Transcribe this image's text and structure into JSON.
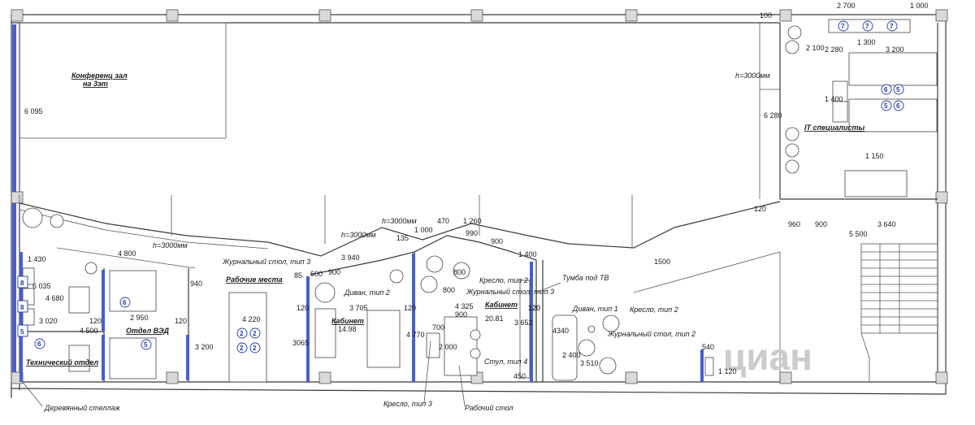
{
  "rooms": {
    "conference": [
      "Конференц зал",
      "на 3эт"
    ],
    "ved": "Отдел ВЭД",
    "tech": "Технический отдел",
    "workplaces": "Рабочие места",
    "cabinet1": "Кабинет",
    "cabinet1_area": "14.98",
    "cabinet2": "Кабинет",
    "cabinet2_area": "20.81",
    "it": "IT специалисты"
  },
  "labels": {
    "h_left": "h=3000мм",
    "h_mid1": "h=3000мм",
    "h_mid2": "h=3000мм",
    "h_right": "h=3000мм",
    "journal_table3": "Журнальный стол, тип 3",
    "sofa2": "Диван, тип 2",
    "armchair2_a": "Кресло, тип 2",
    "journal_table3_b": "Журнальный стол, тип 3",
    "tv_stand": "Тумба под ТВ",
    "sofa1": "Диван, тип 1",
    "armchair2_b": "Кресло, тип 2",
    "journal_table2": "Журнальный стол, тип 2",
    "chair4": "Стул, тип 4",
    "armchair3": "Кресло, тип 3",
    "work_desk": "Рабочий стол",
    "shelf": "Деревянный стеллаж",
    "watermark": "циан"
  },
  "dimensions": {
    "d2700": "2 700",
    "d1000": "1 000",
    "d100": "100",
    "d2100": "2 100",
    "d1300": "1 300",
    "d2280": "2 280",
    "d3200": "3 200",
    "d1400": "1 400",
    "d6280": "6 280",
    "d1150": "1 150",
    "d120a": "120",
    "d960": "960",
    "d900a": "900",
    "d3640": "3 640",
    "d5500": "5 500",
    "d6095": "6 095",
    "d1260": "1 260",
    "d470": "470",
    "d1000b": "1 000",
    "d135": "135",
    "d990": "990",
    "d900b": "900",
    "d1400b": "1 400",
    "d3940": "3 940",
    "d85": "85",
    "d600": "600",
    "d900c": "900",
    "d1500": "1500",
    "d4800": "4 800",
    "d1430": "1 430",
    "d6035": "6 035",
    "d4680": "4 680",
    "d940": "940",
    "d2950": "2 950",
    "d3020": "3 020",
    "d120b": "120",
    "d4500": "4 500",
    "d4220": "4 220",
    "d120c": "120",
    "d3200b": "3 200",
    "d3065": "3065",
    "d120d": "120",
    "d3705": "3 705",
    "d120e": "120",
    "d4770": "4 770",
    "d4325": "4 325",
    "d120f": "120",
    "d900d": "900",
    "d800a": "800",
    "d800b": "800",
    "d700": "700",
    "d2000": "2 000",
    "d3652": "3 652",
    "d120g": "120",
    "d4340": "4340",
    "d2400": "2 400",
    "d450": "450",
    "d3510": "3 510",
    "d540": "540",
    "d1120": "1 120"
  },
  "badges": {
    "it_top": [
      "7",
      "7",
      "7"
    ],
    "it_desks": [
      "6",
      "5",
      "5",
      "6"
    ],
    "ved": [
      "6",
      "5"
    ],
    "tech": [
      "6"
    ],
    "left_strip": [
      "8",
      "8",
      "5"
    ],
    "workplaces": [
      "2",
      "2",
      "2",
      "2"
    ]
  }
}
